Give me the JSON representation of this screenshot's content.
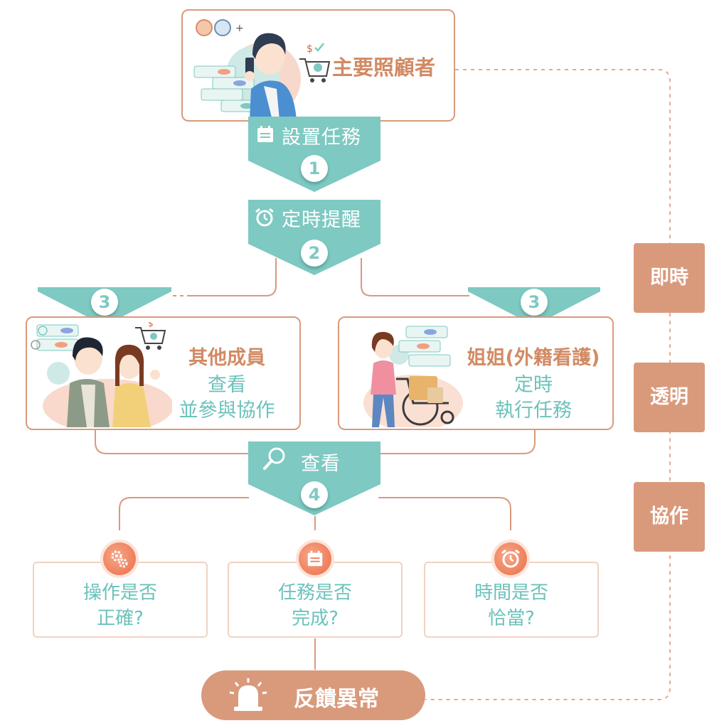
{
  "colors": {
    "teal": "#7ec9c2",
    "orange": "#d99a7c",
    "teal_text": "#6cc2bb",
    "orange_text": "#d28a63"
  },
  "primary_caregiver": {
    "title": "主要照顧者",
    "icon": "caregiver-with-phone-illustration"
  },
  "steps": [
    {
      "label": "設置任務",
      "number": "1",
      "icon": "calendar-icon"
    },
    {
      "label": "定時提醒",
      "number": "2",
      "icon": "alarm-clock-icon"
    },
    {
      "label": "",
      "number": "3",
      "icon": ""
    },
    {
      "label": "",
      "number": "3",
      "icon": ""
    },
    {
      "label": "查看",
      "number": "4",
      "icon": "magnifier-icon"
    }
  ],
  "others_card": {
    "title": "其他成員",
    "line1": "查看",
    "line2": "並參與協作",
    "icon": "family-members-illustration"
  },
  "sister_card": {
    "title": "姐姐(外籍看護)",
    "line1": "定時",
    "line2": "執行任務",
    "icon": "caregiver-with-wheelchair-illustration"
  },
  "checks": [
    {
      "line1": "操作是否",
      "line2": "正確?",
      "icon": "gears-icon"
    },
    {
      "line1": "任務是否",
      "line2": "完成?",
      "icon": "calendar-icon"
    },
    {
      "line1": "時間是否",
      "line2": "恰當?",
      "icon": "alarm-clock-icon"
    }
  ],
  "feedback": {
    "label": "反饋異常",
    "icon": "alarm-bell-icon"
  },
  "side_tags": [
    "即時",
    "透明",
    "協作"
  ]
}
